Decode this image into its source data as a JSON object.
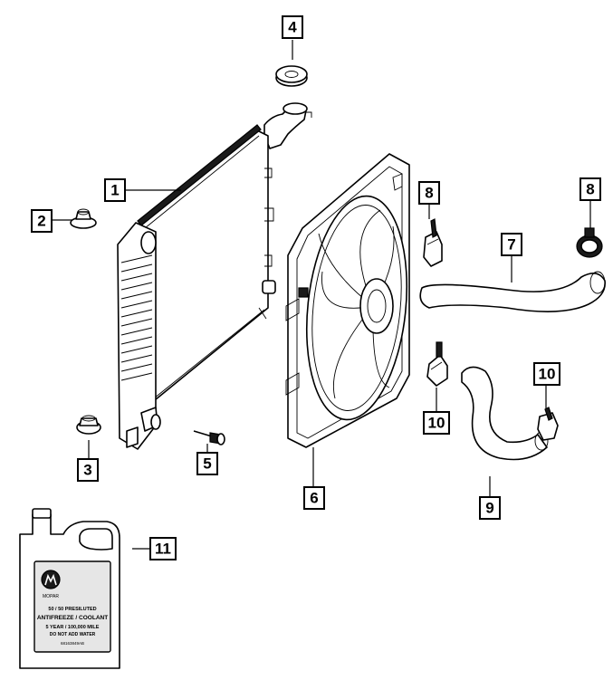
{
  "callouts": [
    {
      "id": "1",
      "label": "1"
    },
    {
      "id": "2",
      "label": "2"
    },
    {
      "id": "3",
      "label": "3"
    },
    {
      "id": "4",
      "label": "4"
    },
    {
      "id": "5",
      "label": "5"
    },
    {
      "id": "6",
      "label": "6"
    },
    {
      "id": "7",
      "label": "7"
    },
    {
      "id": "8a",
      "label": "8"
    },
    {
      "id": "8b",
      "label": "8"
    },
    {
      "id": "9",
      "label": "9"
    },
    {
      "id": "10a",
      "label": "10"
    },
    {
      "id": "10b",
      "label": "10"
    },
    {
      "id": "11",
      "label": "11"
    }
  ],
  "coolant_jug": {
    "brand": "MOPAR",
    "line1": "50 / 50 PRESILUTED",
    "line2": "ANTIFREEZE / COOLANT",
    "line3": "5 YEAR / 100,000 MILE",
    "line4": "DO NOT ADD WATER",
    "part_number": "68163849AB"
  },
  "colors": {
    "ink": "#000000",
    "paper": "#ffffff"
  }
}
